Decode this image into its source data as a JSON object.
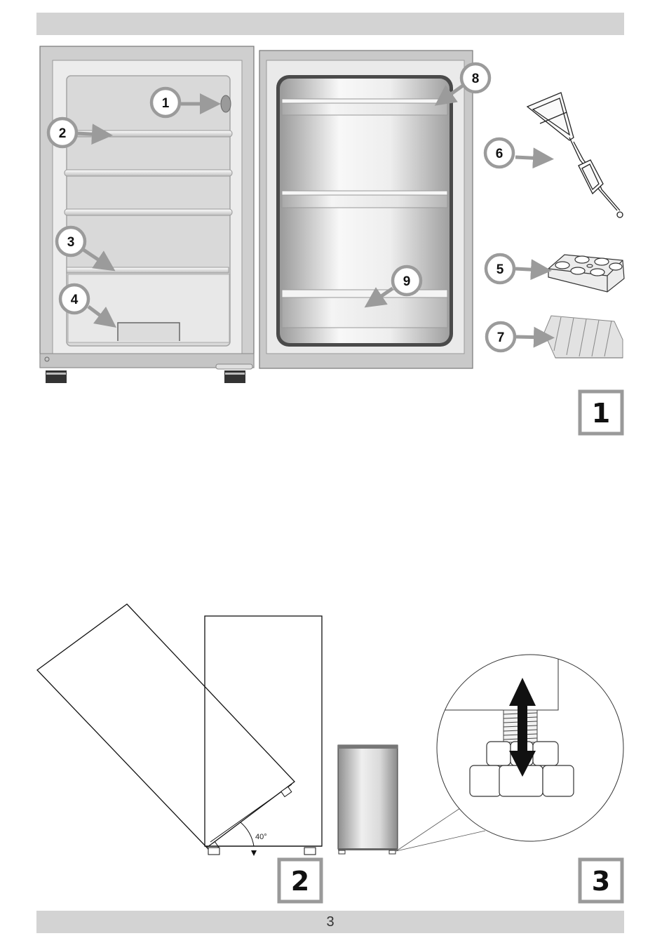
{
  "page": {
    "number": "3"
  },
  "figure1": {
    "label": "1",
    "callouts": [
      "1",
      "2",
      "3",
      "4",
      "5",
      "6",
      "7",
      "8",
      "9"
    ]
  },
  "figure2": {
    "label": "2",
    "angle": "40°"
  },
  "figure3": {
    "label": "3"
  },
  "colors": {
    "bar": "#d3d3d3",
    "frame": "#9a9a9a",
    "arrow": "#9b9b9b",
    "interior": "#d8d8d8"
  }
}
